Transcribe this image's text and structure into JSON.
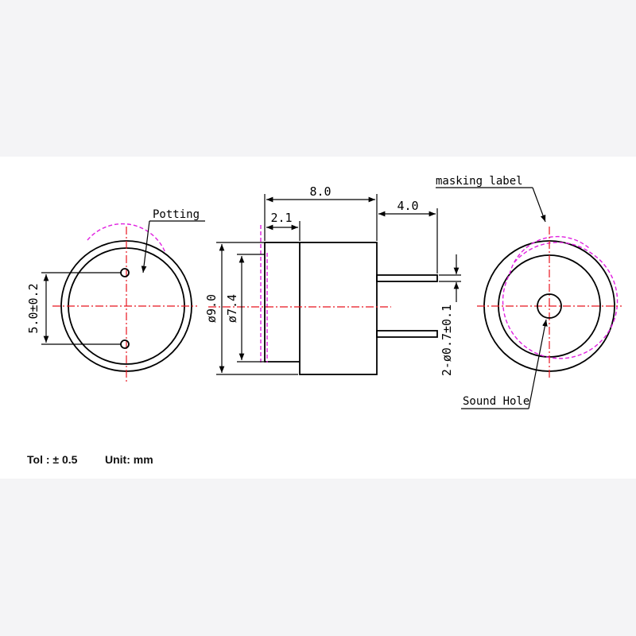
{
  "labels": {
    "potting": "Potting",
    "masking_label": "masking label",
    "sound_hole": "Sound Hole"
  },
  "dimensions": {
    "pin_pitch": "5.0±0.2",
    "body_length": "8.0",
    "potting_depth": "2.1",
    "pin_length": "4.0",
    "outer_diameter": "ø9.0",
    "inner_diameter": "ø7.4",
    "pin_diameter": "2-ø0.7±0.1"
  },
  "footer": {
    "tolerance": "Tol : ± 0.5",
    "unit": "Unit: mm"
  },
  "colors": {
    "outline": "#000000",
    "centerline": "#e8141e",
    "masking": "#e020e0"
  }
}
